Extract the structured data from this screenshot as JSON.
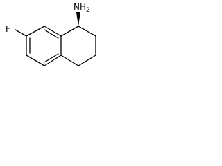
{
  "molecule": {
    "labels": {
      "fluorine": "F",
      "amine_main": "NH",
      "amine_sub": "2"
    },
    "stereo": "wedge",
    "colors": {
      "bond": "#000000",
      "background": "#ffffff"
    }
  }
}
